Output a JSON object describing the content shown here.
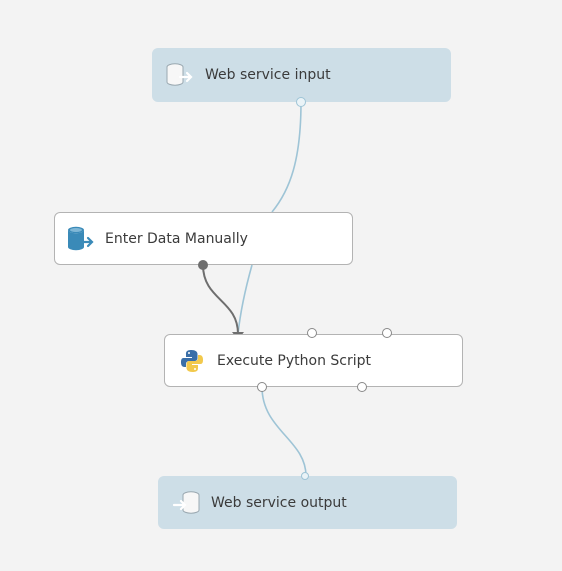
{
  "nodes": {
    "web_service_input": {
      "label": "Web service input",
      "icon": "database-export-icon"
    },
    "enter_data_manually": {
      "label": "Enter Data Manually",
      "icon": "database-arrow-icon"
    },
    "execute_python_script": {
      "label": "Execute Python Script",
      "icon": "python-icon"
    },
    "web_service_output": {
      "label": "Web service output",
      "icon": "database-import-icon"
    }
  },
  "colors": {
    "canvas": "#f3f3f3",
    "web_node_fill": "#cddee7",
    "module_fill": "#ffffff",
    "module_border": "#b3b3b3",
    "web_wire": "#9ec4d6",
    "data_wire": "#6e6e6e",
    "icon_blue": "#3a8ab8",
    "python_blue": "#3a6fa8",
    "python_yellow": "#f2c94c"
  }
}
